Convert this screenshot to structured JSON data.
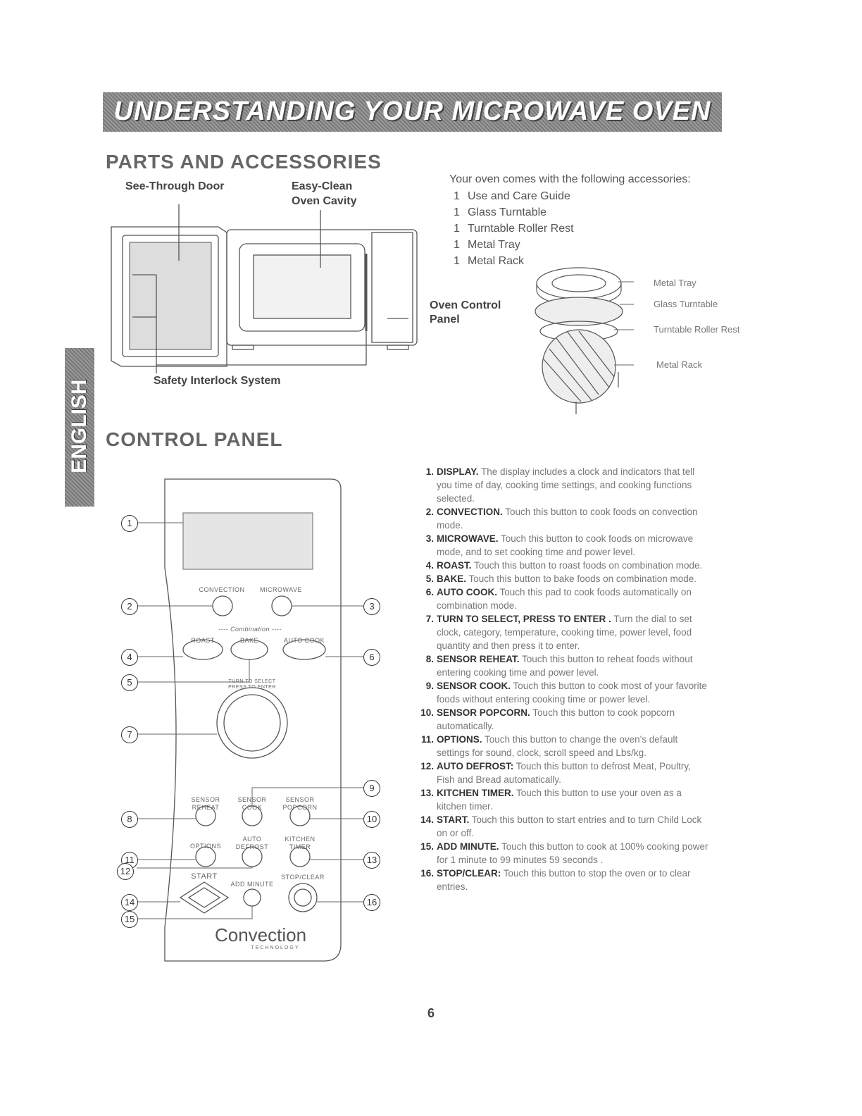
{
  "banner": {
    "title": "UNDERSTANDING YOUR MICROWAVE OVEN"
  },
  "side_tab": {
    "label": "ENGLISH"
  },
  "parts": {
    "heading": "PARTS AND ACCESSORIES",
    "labels": {
      "door": "See-Through Door",
      "cavity_1": "Easy-Clean",
      "cavity_2": "Oven Cavity",
      "control_1": "Oven Control",
      "control_2": "Panel",
      "interlock": "Safety Interlock System"
    },
    "accessories_intro": "Your oven comes with the following accessories:",
    "accessories": [
      {
        "qty": "1",
        "name": "Use and Care Guide"
      },
      {
        "qty": "1",
        "name": "Glass Turntable"
      },
      {
        "qty": "1",
        "name": "Turntable Roller Rest"
      },
      {
        "qty": "1",
        "name": "Metal Tray"
      },
      {
        "qty": "1",
        "name": "Metal Rack"
      }
    ],
    "accessory_labels": [
      "Metal Tray",
      "Glass Turntable",
      "Turntable Roller Rest",
      "Metal Rack"
    ]
  },
  "control_panel": {
    "heading": "CONTROL PANEL",
    "panel_labels": {
      "convection": "CONVECTION",
      "microwave": "MICROWAVE",
      "combination": "---- Combination ----",
      "roast": "ROAST",
      "bake": "BAKE",
      "auto_cook": "AUTO COOK",
      "dial_1": "TURN TO SELECT",
      "dial_2": "PRESS TO ENTER",
      "sensor_reheat_1": "SENSOR",
      "sensor_reheat_2": "REHEAT",
      "sensor_cook_1": "SENSOR",
      "sensor_cook_2": "COOK",
      "sensor_popcorn_1": "SENSOR",
      "sensor_popcorn_2": "POPCORN",
      "options": "OPTIONS",
      "auto_defrost_1": "AUTO",
      "auto_defrost_2": "DEFROST",
      "kitchen_timer_1": "KITCHEN",
      "kitchen_timer_2": "TIMER",
      "start": "START",
      "add_minute": "ADD MINUTE",
      "stop_clear": "STOP/CLEAR",
      "brand_1": "Convection",
      "brand_2": "TECHNOLOGY"
    },
    "callouts": [
      "1",
      "2",
      "3",
      "4",
      "5",
      "6",
      "7",
      "8",
      "9",
      "10",
      "11",
      "12",
      "13",
      "14",
      "15",
      "16"
    ],
    "items": [
      {
        "num": "1.",
        "title": "DISPLAY.",
        "text": "The display includes a clock and indicators that tell",
        "cont": [
          "you time of day, cooking time settings, and cooking functions",
          "selected."
        ]
      },
      {
        "num": "2.",
        "title": "CONVECTION.",
        "text": "Touch this button to cook foods on convection",
        "cont": [
          "mode."
        ]
      },
      {
        "num": "3.",
        "title": "MICROWAVE.",
        "text": "Touch this button to cook foods on microwave",
        "cont": [
          "mode,  and to set cooking time and power level."
        ]
      },
      {
        "num": "4.",
        "title": "ROAST.",
        "text": "Touch this button to roast foods on combination mode.",
        "cont": []
      },
      {
        "num": "5.",
        "title": "BAKE.",
        "text": "Touch this button to bake foods on combination mode.",
        "cont": []
      },
      {
        "num": "6.",
        "title": "AUTO COOK.",
        "text": "Touch this pad to cook foods automatically on",
        "cont": [
          "combination mode."
        ]
      },
      {
        "num": "7.",
        "title": "TURN TO SELECT,  PRESS TO ENTER .",
        "text": "Turn the dial to set",
        "cont": [
          "clock, category, temperature, cooking time, power level, food",
          "quantity and then press it to enter."
        ]
      },
      {
        "num": "8.",
        "title": "SENSOR REHEAT.",
        "text": "Touch this button to reheat foods without",
        "cont": [
          "entering cooking time and power level."
        ]
      },
      {
        "num": "9.",
        "title": "SENSOR COOK.",
        "text": "Touch this button to cook most of your favorite",
        "cont": [
          "foods without entering cooking time or power level."
        ]
      },
      {
        "num": "10.",
        "title": "SENSOR POPCORN.",
        "text": "Touch this button to cook popcorn",
        "cont": [
          "automatically."
        ]
      },
      {
        "num": "11.",
        "title": "OPTIONS.",
        "text": "Touch this button to change the oven's default",
        "cont": [
          "settings for sound, clock, scroll speed and Lbs/kg."
        ]
      },
      {
        "num": "12.",
        "title": "AUTO DEFROST:",
        "text": "Touch this button to defrost Meat, Poultry,",
        "cont": [
          "Fish and Bread automatically."
        ]
      },
      {
        "num": "13.",
        "title": "KITCHEN TIMER.",
        "text": "Touch this button to use your oven as a",
        "cont": [
          "kitchen timer."
        ]
      },
      {
        "num": "14.",
        "title": "START.",
        "text": "Touch this button to start entries and to turn Child Lock",
        "cont": [
          "on or off."
        ]
      },
      {
        "num": "15.",
        "title": "ADD MINUTE.",
        "text": "Touch this button to cook at 100% cooking power",
        "cont": [
          "for 1 minute to 99 minutes 59 seconds ."
        ]
      },
      {
        "num": "16.",
        "title": "STOP/CLEAR:",
        "text": "Touch this button to stop the oven or to clear",
        "cont": [
          "entries."
        ]
      }
    ]
  },
  "page_number": "6"
}
